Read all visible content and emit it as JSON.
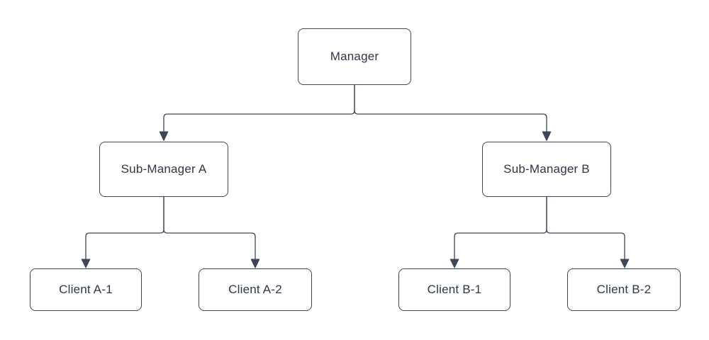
{
  "diagram": {
    "kind": "org-chart-tree",
    "nodes": {
      "manager": {
        "label": "Manager"
      },
      "sub_a": {
        "label": "Sub-Manager A"
      },
      "sub_b": {
        "label": "Sub-Manager B"
      },
      "client_a1": {
        "label": "Client A-1"
      },
      "client_a2": {
        "label": "Client A-2"
      },
      "client_b1": {
        "label": "Client B-1"
      },
      "client_b2": {
        "label": "Client B-2"
      }
    },
    "edges": [
      {
        "from": "Manager",
        "to": "Sub-Manager A",
        "arrow": "target"
      },
      {
        "from": "Manager",
        "to": "Sub-Manager B",
        "arrow": "target"
      },
      {
        "from": "Sub-Manager A",
        "to": "Client A-1",
        "arrow": "target"
      },
      {
        "from": "Sub-Manager A",
        "to": "Client A-2",
        "arrow": "target"
      },
      {
        "from": "Sub-Manager B",
        "to": "Client B-1",
        "arrow": "target"
      },
      {
        "from": "Sub-Manager B",
        "to": "Client B-2",
        "arrow": "target"
      }
    ],
    "colors": {
      "background": "#ffffff",
      "node_fill": "#ffffff",
      "node_border": "#3d4656",
      "connector": "#3d4656",
      "text": "#2e3744"
    }
  }
}
